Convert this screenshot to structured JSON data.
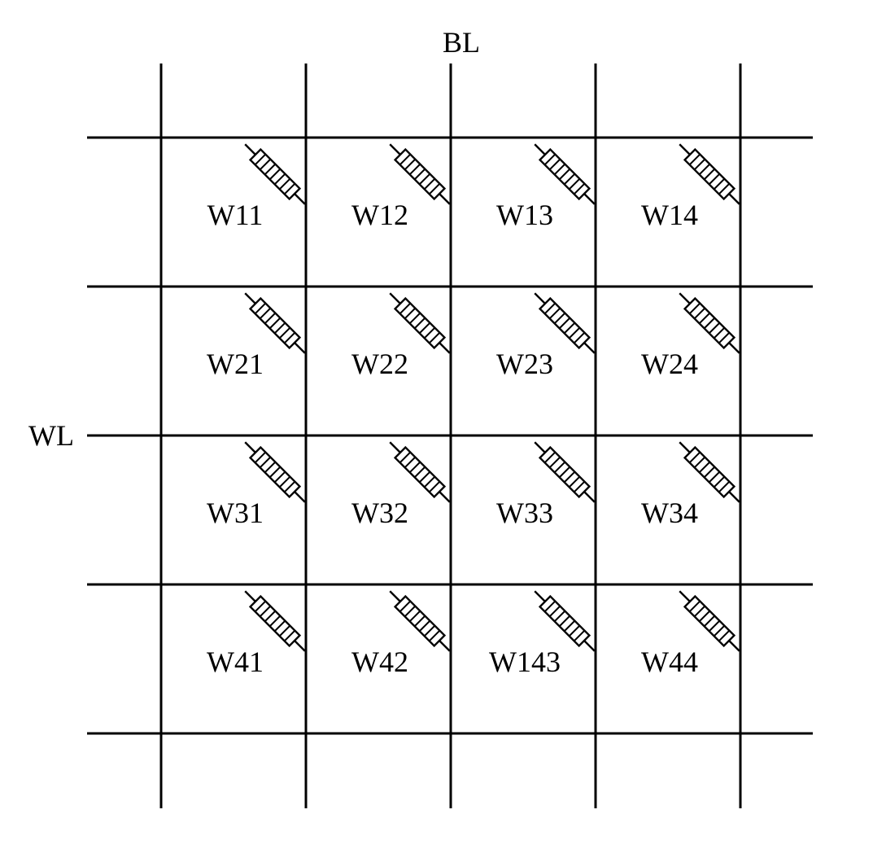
{
  "diagram": {
    "bitline_label": "BL",
    "wordline_label": "WL",
    "rows": 4,
    "cols": 4,
    "cells": [
      [
        "W11",
        "W12",
        "W13",
        "W14"
      ],
      [
        "W21",
        "W22",
        "W23",
        "W24"
      ],
      [
        "W31",
        "W32",
        "W33",
        "W34"
      ],
      [
        "W41",
        "W42",
        "W143",
        "W44"
      ]
    ],
    "cell_component": "resistor-icon",
    "colors": {
      "line": "#000000",
      "background": "#ffffff"
    }
  }
}
